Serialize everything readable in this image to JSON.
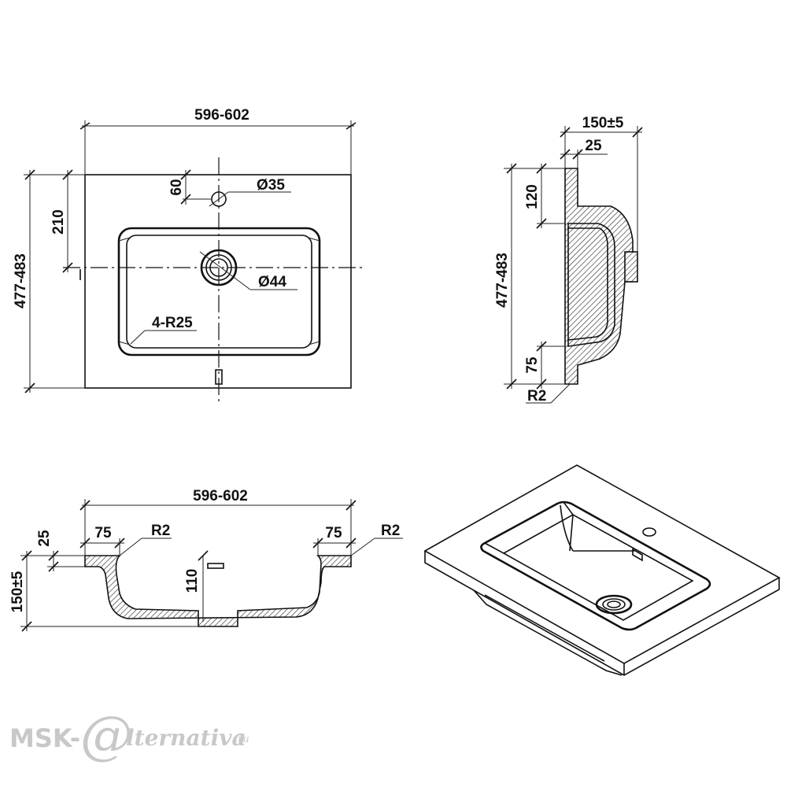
{
  "top_view": {
    "width": "596-602",
    "depth": "477-483",
    "hole_offset": "210",
    "tap_offset": "60",
    "tap_diameter": "Ø35",
    "drain_diameter": "Ø44",
    "corner_radius": "4-R25"
  },
  "side_view": {
    "height": "150±5",
    "thickness": "25",
    "depth": "477-483",
    "back_edge": "120",
    "front_edge": "75",
    "radius": "R2"
  },
  "front_view": {
    "width": "596-602",
    "thickness": "25",
    "height": "150±5",
    "left_edge": "75",
    "right_edge": "75",
    "left_radius": "R2",
    "right_radius": "R2",
    "overflow_height": "110"
  },
  "watermark": {
    "prefix": "MSK-",
    "at": "@",
    "suffix": "lternativa",
    "tld": ".ru"
  }
}
